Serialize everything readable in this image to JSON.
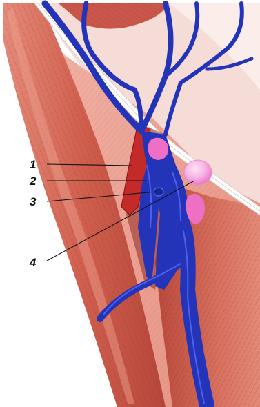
{
  "labels": [
    {
      "id": "1",
      "text": "1"
    },
    {
      "id": "2",
      "text": "2"
    },
    {
      "id": "3",
      "text": "3"
    },
    {
      "id": "4",
      "text": "4"
    }
  ],
  "colors": {
    "background": "#ffffff",
    "muscle_dark": "#b8483a",
    "muscle_mid": "#cf5e4d",
    "muscle_light": "#ea9384",
    "fascia_pale": "#f6dcd6",
    "artery": "#c52a2a",
    "vein": "#2434b8",
    "vein_highlight": "#5a6bff",
    "lymph_node": "#ee6fc4",
    "lymph_node_light": "#f7b6e6",
    "leader_line": "#111111"
  }
}
